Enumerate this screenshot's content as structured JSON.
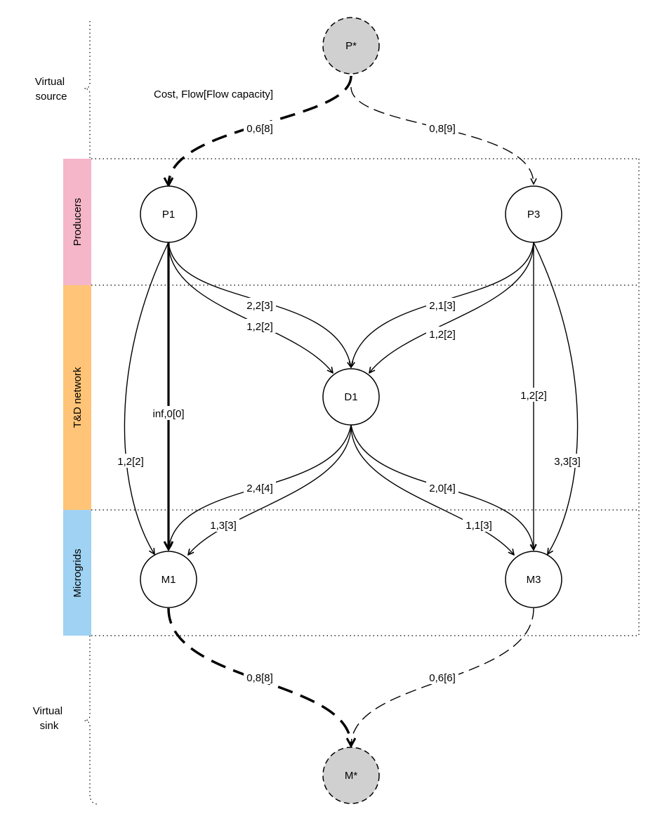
{
  "legend": "Cost, Flow[Flow capacity]",
  "side_labels": {
    "virtual_source": [
      "Virtual",
      "source"
    ],
    "virtual_sink": [
      "Virtual",
      "sink"
    ]
  },
  "bands": [
    {
      "id": "producers",
      "label": "Producers",
      "color": "#f4b6c8"
    },
    {
      "id": "td-network",
      "label": "T&D network",
      "color": "#ffc477"
    },
    {
      "id": "microgrids",
      "label": "Microgrids",
      "color": "#9fd2f3"
    }
  ],
  "nodes": [
    {
      "id": "p-star",
      "label": "P*",
      "virtual": true,
      "fill": "#d0d0d0"
    },
    {
      "id": "p1",
      "label": "P1",
      "virtual": false,
      "fill": "#ffffff"
    },
    {
      "id": "p3",
      "label": "P3",
      "virtual": false,
      "fill": "#ffffff"
    },
    {
      "id": "d1",
      "label": "D1",
      "virtual": false,
      "fill": "#ffffff"
    },
    {
      "id": "m1",
      "label": "M1",
      "virtual": false,
      "fill": "#ffffff"
    },
    {
      "id": "m3",
      "label": "M3",
      "virtual": false,
      "fill": "#ffffff"
    },
    {
      "id": "m-star",
      "label": "M*",
      "virtual": true,
      "fill": "#d0d0d0"
    }
  ],
  "edges": [
    {
      "id": "pstar-p1",
      "from": "P*",
      "to": "P1",
      "label": "0,6[8]",
      "style": "dashed",
      "weight": "thick"
    },
    {
      "id": "pstar-p3",
      "from": "P*",
      "to": "P3",
      "label": "0,8[9]",
      "style": "dashed",
      "weight": "thin"
    },
    {
      "id": "p1-d1-a",
      "from": "P1",
      "to": "D1",
      "label": "2,2[3]",
      "style": "solid",
      "weight": "thin"
    },
    {
      "id": "p1-d1-b",
      "from": "P1",
      "to": "D1",
      "label": "1,2[2]",
      "style": "solid",
      "weight": "thin"
    },
    {
      "id": "p3-d1-a",
      "from": "P3",
      "to": "D1",
      "label": "2,1[3]",
      "style": "solid",
      "weight": "thin"
    },
    {
      "id": "p3-d1-b",
      "from": "P3",
      "to": "D1",
      "label": "1,2[2]",
      "style": "solid",
      "weight": "thin"
    },
    {
      "id": "p1-m1-direct",
      "from": "P1",
      "to": "M1",
      "label": "inf,0[0]",
      "style": "solid",
      "weight": "thick"
    },
    {
      "id": "p1-m1-curve",
      "from": "P1",
      "to": "M1",
      "label": "1,2[2]",
      "style": "solid",
      "weight": "thin"
    },
    {
      "id": "p3-m3-direct",
      "from": "P3",
      "to": "M3",
      "label": "1,2[2]",
      "style": "solid",
      "weight": "thin"
    },
    {
      "id": "p3-m3-curve",
      "from": "P3",
      "to": "M3",
      "label": "3,3[3]",
      "style": "solid",
      "weight": "thin"
    },
    {
      "id": "d1-m1-a",
      "from": "D1",
      "to": "M1",
      "label": "2,4[4]",
      "style": "solid",
      "weight": "thin"
    },
    {
      "id": "d1-m1-b",
      "from": "D1",
      "to": "M1",
      "label": "1,3[3]",
      "style": "solid",
      "weight": "thin"
    },
    {
      "id": "d1-m3-a",
      "from": "D1",
      "to": "M3",
      "label": "2,0[4]",
      "style": "solid",
      "weight": "thin"
    },
    {
      "id": "d1-m3-b",
      "from": "D1",
      "to": "M3",
      "label": "1,1[3]",
      "style": "solid",
      "weight": "thin"
    },
    {
      "id": "m1-mstar",
      "from": "M1",
      "to": "M*",
      "label": "0,8[8]",
      "style": "dashed",
      "weight": "thick"
    },
    {
      "id": "m3-mstar",
      "from": "M3",
      "to": "M*",
      "label": "0,6[6]",
      "style": "dashed",
      "weight": "thin"
    }
  ]
}
